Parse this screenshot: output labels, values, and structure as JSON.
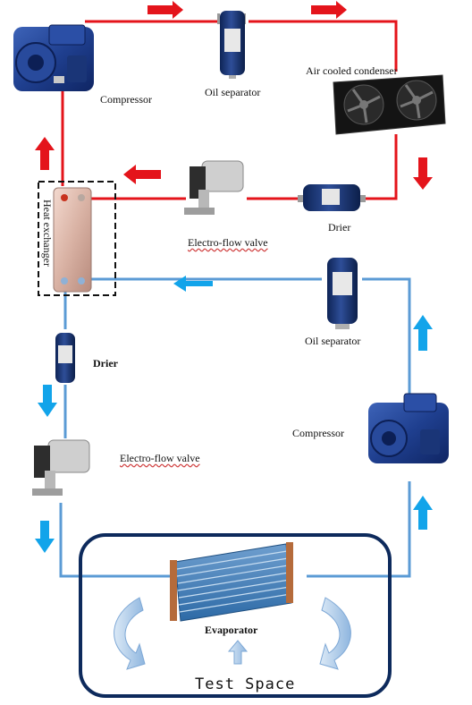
{
  "labels": {
    "compressor_top": "Compressor",
    "oil_separator_top": "Oil separator",
    "air_cooled_condenser": "Air cooled condenser",
    "drier_top": "Drier",
    "electro_flow_valve_top": "Electro-flow valve",
    "heat_exchanger": "Heat exchanger",
    "oil_separator_bottom": "Oil separator",
    "drier_left": "Drier",
    "compressor_bottom": "Compressor",
    "electro_flow_valve_bottom": "Electro-flow valve",
    "evaporator": "Evaporator",
    "test_space": "Test Space"
  },
  "colors": {
    "hot_line": "#e4141b",
    "cold_line": "#5b9bd5",
    "cold_arrow": "#12a4ea",
    "frame": "#0d2a5c",
    "air_arrow": "#9ec3e6"
  }
}
